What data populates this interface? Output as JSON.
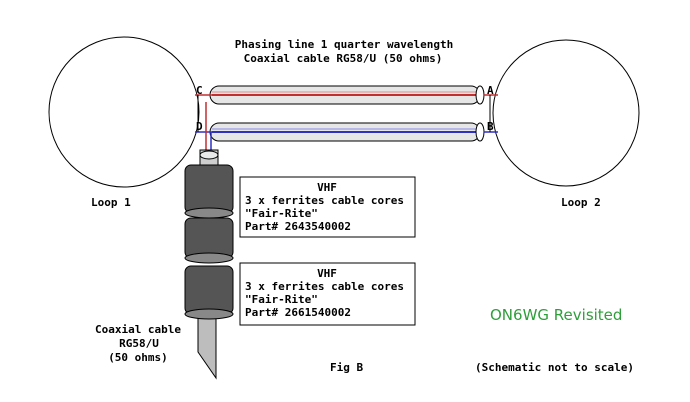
{
  "title_line1": "Phasing line 1 quarter wavelength",
  "title_line2": "Coaxial cable RG58/U (50 ohms)",
  "points": {
    "a": "A",
    "b": "B",
    "c": "C",
    "d": "D"
  },
  "loop_left": "Loop 1",
  "loop_right": "Loop 2",
  "box1": {
    "line1": "VHF",
    "line2": "3 x ferrites cable cores",
    "line3": "\"Fair-Rite\"",
    "line4": "Part# 2643540002"
  },
  "box2": {
    "line1": "VHF",
    "line2": "3 x ferrites cable cores",
    "line3": "\"Fair-Rite\"",
    "line4": "Part# 2661540002"
  },
  "feed_cable": {
    "line1": "Coaxial cable",
    "line2": "RG58/U",
    "line3": "(50 ohms)"
  },
  "fig_label": "Fig  B",
  "note": "(Schematic not to scale)",
  "credit": "ON6WG Revisited",
  "colors": {
    "credit_green": "#2e9e3a",
    "red_wire": "#c03030",
    "blue_wire": "#3030c0",
    "cable_fill": "#d9d9d9",
    "ferrite_fill": "#555555"
  }
}
